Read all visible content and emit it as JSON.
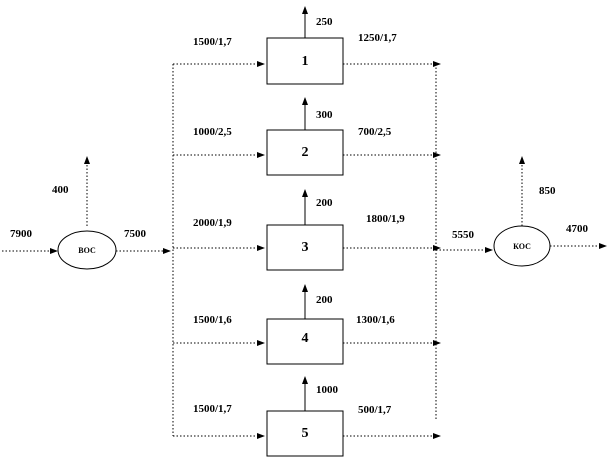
{
  "source": {
    "label": "ВОС",
    "input": "7900",
    "loss": "400",
    "output": "7500"
  },
  "sink": {
    "label": "КОС",
    "input": "5550",
    "loss": "850",
    "output": "4700"
  },
  "units": [
    {
      "number": "1",
      "input": "1500/1,7",
      "loss": "250",
      "output": "1250/1,7"
    },
    {
      "number": "2",
      "input": "1000/2,5",
      "loss": "300",
      "output": "700/2,5"
    },
    {
      "number": "3",
      "input": "2000/1,9",
      "loss": "200",
      "output": "1800/1,9"
    },
    {
      "number": "4",
      "input": "1500/1,6",
      "loss": "200",
      "output": "1300/1,6"
    },
    {
      "number": "5",
      "input": "1500/1,7",
      "loss": "1000",
      "output": "500/1,7"
    }
  ]
}
